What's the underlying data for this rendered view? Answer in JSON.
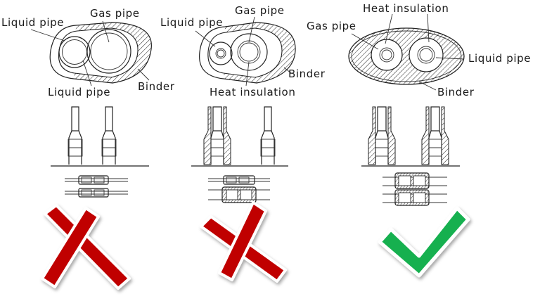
{
  "panels": [
    {
      "id": "left",
      "labels": {
        "liquid_top": "Liquid pipe",
        "gas": "Gas pipe",
        "liquid_bottom": "Liquid pipe",
        "binder": "Binder"
      },
      "verdict": "wrong"
    },
    {
      "id": "middle",
      "labels": {
        "liquid": "Liquid pipe",
        "gas": "Gas pipe",
        "binder": "Binder",
        "insulation": "Heat insulation"
      },
      "verdict": "wrong"
    },
    {
      "id": "right",
      "labels": {
        "insulation": "Heat insulation",
        "gas": "Gas pipe",
        "liquid": "Liquid pipe",
        "binder": "Binder"
      },
      "verdict": "correct"
    }
  ],
  "colors": {
    "wrong": "#c00000",
    "correct": "#12b050",
    "line": "#222222"
  },
  "icons": [
    "cross-mark-icon",
    "cross-mark-icon",
    "check-mark-icon"
  ]
}
